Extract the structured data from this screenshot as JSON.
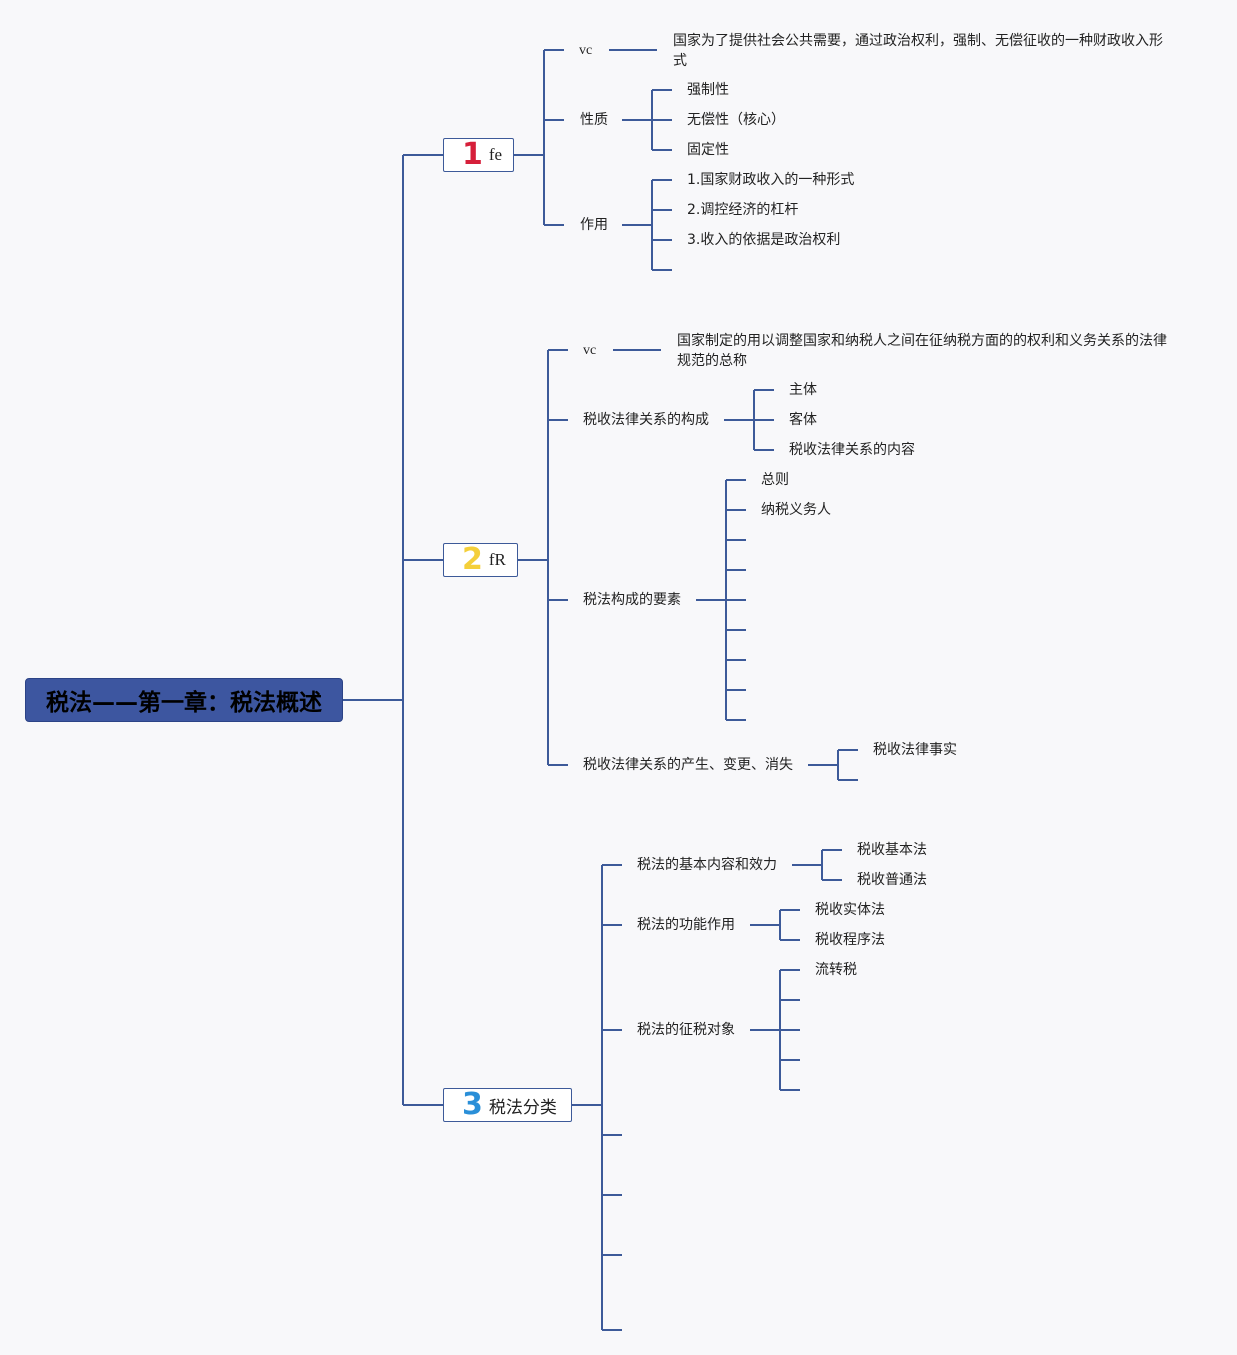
{
  "root": {
    "title": "税法——第一章：税法概述"
  },
  "colors": {
    "line": "#3d5a99",
    "root_bg": "#3d56a0",
    "num1": "#d61f3a",
    "num2": "#f4cf3a",
    "num3": "#2a8fd8"
  },
  "topics": [
    {
      "num": "1",
      "label": "fe",
      "children": [
        {
          "label": "vc",
          "detail": "国家为了提供社会公共需要，通过政治权利，强制、无偿征收的一种财政收入形式"
        },
        {
          "label": "性质",
          "items": [
            "强制性",
            "无偿性（核心）",
            "固定性"
          ]
        },
        {
          "label": "作用",
          "items": [
            "1.国家财政收入的一种形式",
            "2.调控经济的杠杆",
            "3.收入的依据是政治权利",
            ""
          ]
        }
      ]
    },
    {
      "num": "2",
      "label": "fR",
      "children": [
        {
          "label": "vc",
          "detail": "国家制定的用以调整国家和纳税人之间在征纳税方面的的权利和义务关系的法律规范的总称"
        },
        {
          "label": "税收法律关系的构成",
          "items": [
            "主体",
            "客体",
            "税收法律关系的内容"
          ]
        },
        {
          "label": "税法构成的要素",
          "items": [
            "总则",
            "纳税义务人",
            "",
            "",
            "",
            "",
            "",
            "",
            ""
          ]
        },
        {
          "label": "税收法律关系的产生、变更、消失",
          "items": [
            "税收法律事实",
            ""
          ]
        }
      ]
    },
    {
      "num": "3",
      "label": "税法分类",
      "children": [
        {
          "label": "税法的基本内容和效力",
          "items": [
            "税收基本法",
            "税收普通法"
          ]
        },
        {
          "label": "税法的功能作用",
          "items": [
            "税收实体法",
            "税收程序法"
          ]
        },
        {
          "label": "税法的征税对象",
          "items": [
            "流转税",
            "",
            "",
            "",
            ""
          ]
        },
        {
          "label": ""
        },
        {
          "label": ""
        },
        {
          "label": ""
        },
        {
          "label": ""
        },
        {
          "label": ""
        }
      ]
    }
  ]
}
